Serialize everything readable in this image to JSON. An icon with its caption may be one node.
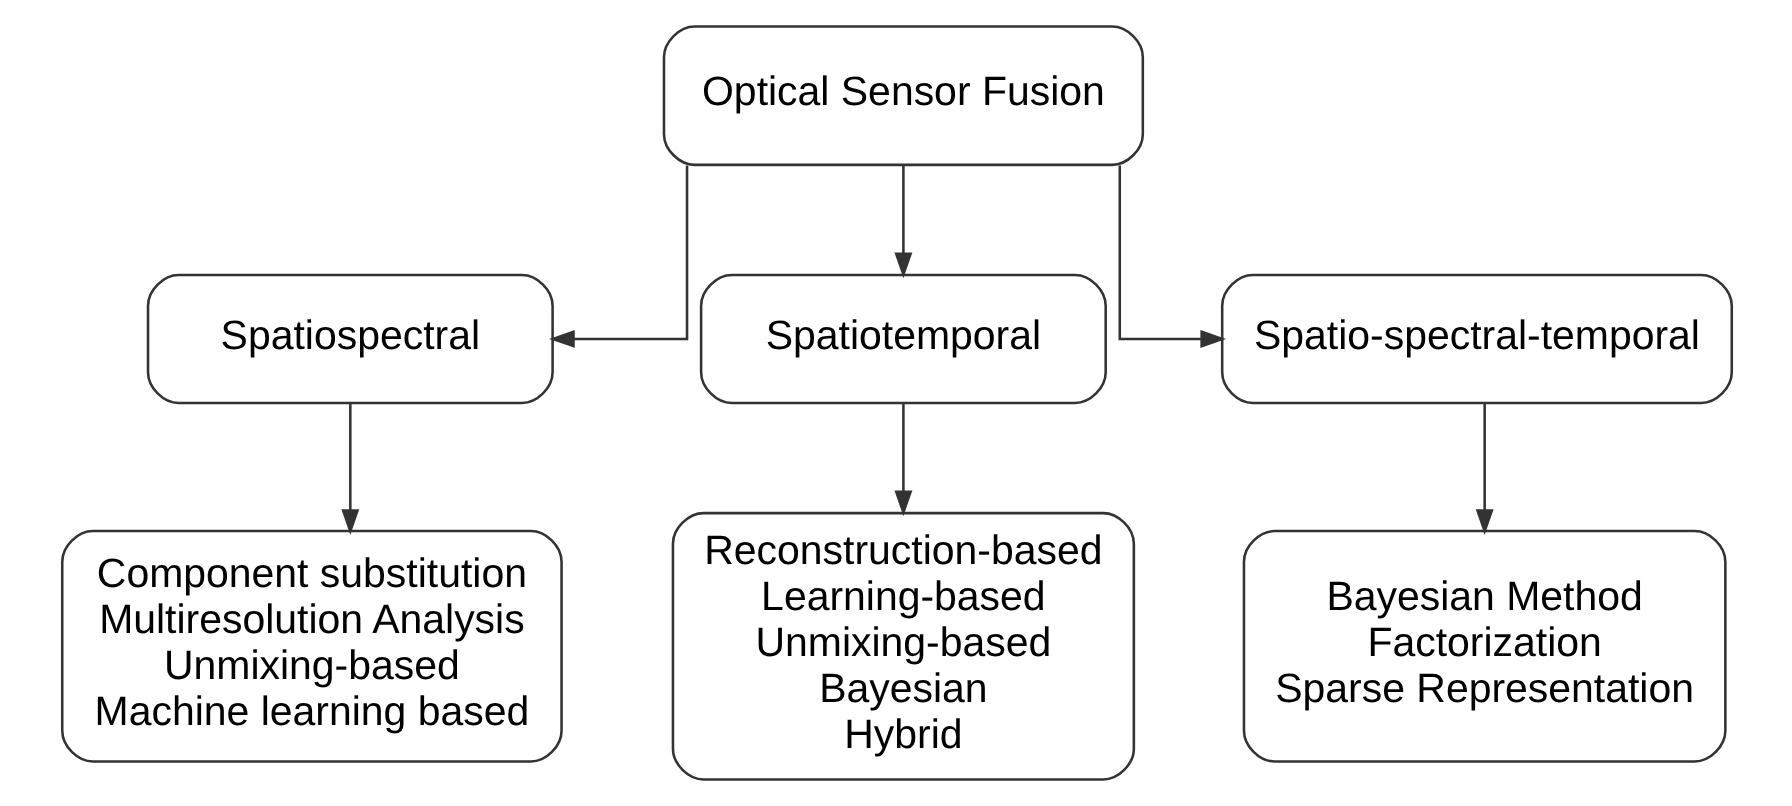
{
  "diagram": {
    "nodes": [
      {
        "text": [
          "Optical Sensor Fusion"
        ]
      },
      {
        "text": [
          "Spatiospectral"
        ]
      },
      {
        "text": [
          "Spatiotemporal"
        ]
      },
      {
        "text": [
          "Spatio-spectral-temporal"
        ]
      },
      {
        "text": [
          "Component substitution",
          "Multiresolution Analysis",
          "Unmixing-based",
          "Machine learning based"
        ]
      },
      {
        "text": [
          "Reconstruction-based",
          "Learning-based",
          "Unmixing-based",
          "Bayesian",
          "Hybrid"
        ]
      },
      {
        "text": [
          "Bayesian Method",
          "Factorization",
          "Sparse Representation"
        ]
      }
    ],
    "edges": [
      {
        "from": 0,
        "to": 1,
        "arrow": "to"
      },
      {
        "from": 0,
        "to": 2,
        "arrow": "to"
      },
      {
        "from": 0,
        "to": 3,
        "arrow": "to"
      },
      {
        "from": 1,
        "to": 4,
        "arrow": "to"
      },
      {
        "from": 2,
        "to": 5,
        "arrow": "to"
      },
      {
        "from": 3,
        "to": 6,
        "arrow": "to"
      }
    ]
  }
}
